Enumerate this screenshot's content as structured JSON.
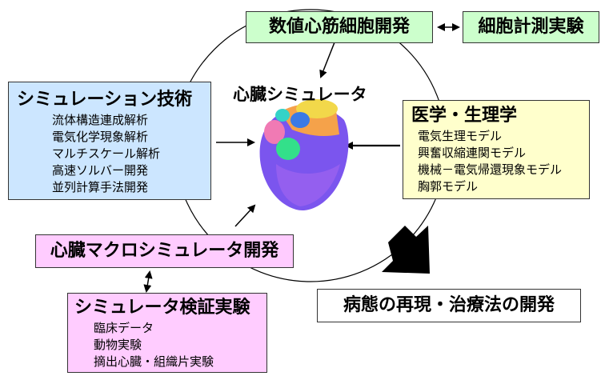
{
  "top_boxes": {
    "numerical_cell": "数値心筋細胞開発",
    "cell_measurement": "細胞計測実験"
  },
  "center_label": "心臓シミュレータ",
  "simulation_tech": {
    "title": "シミュレーション技術",
    "items": [
      "流体構造連成解析",
      "電気化学現象解析",
      "マルチスケール解析",
      "高速ソルバー開発",
      "並列計算手法開発"
    ]
  },
  "medicine": {
    "title": "医学・生理学",
    "items": [
      "電気生理モデル",
      "興奮収縮連関モデル",
      "機械－電気帰還現象モデル",
      "胸郭モデル"
    ]
  },
  "macro_dev": {
    "title": "心臓マクロシミュレータ開発"
  },
  "validation": {
    "title": "シミュレータ検証実験",
    "items": [
      "臨床データ",
      "動物実験",
      "摘出心臓・組織片実験"
    ]
  },
  "outcome": {
    "title": "病態の再現・治療法の開発"
  },
  "colors": {
    "green_box": "#ccffcc",
    "blue_box": "#cce6ff",
    "yellow_box": "#ffffcc",
    "pink_box": "#ffccff",
    "heart_base": "#7b55ee"
  }
}
